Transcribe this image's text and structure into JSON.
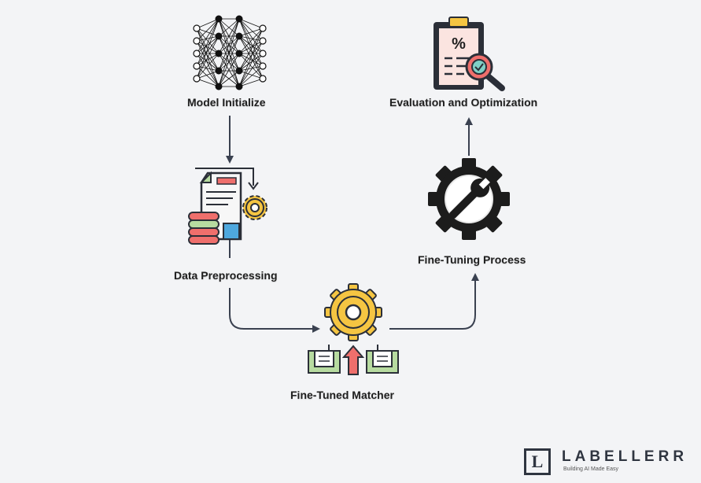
{
  "nodes": {
    "model_initialize": "Model Initialize",
    "evaluation": "Evaluation and Optimization",
    "data_preprocessing": "Data Preprocessing",
    "fine_tuning_process": "Fine-Tuning Process",
    "fine_tuned_matcher": "Fine-Tuned Matcher"
  },
  "logo": {
    "mark": "L",
    "name": "LABELLERR",
    "tagline": "Building AI Made Easy"
  },
  "icons": {
    "model_initialize": "neural-network-icon",
    "evaluation": "clipboard-magnifier-icon",
    "data_preprocessing": "document-database-gear-icon",
    "fine_tuning_process": "gear-wrench-icon",
    "fine_tuned_matcher": "gear-books-arrow-icon"
  },
  "colors": {
    "background": "#f3f4f6",
    "arrow": "#3a4150",
    "yellow": "#f5c542",
    "red": "#ef6f6c",
    "green": "#b7dba0",
    "blue": "#4ea8de"
  }
}
